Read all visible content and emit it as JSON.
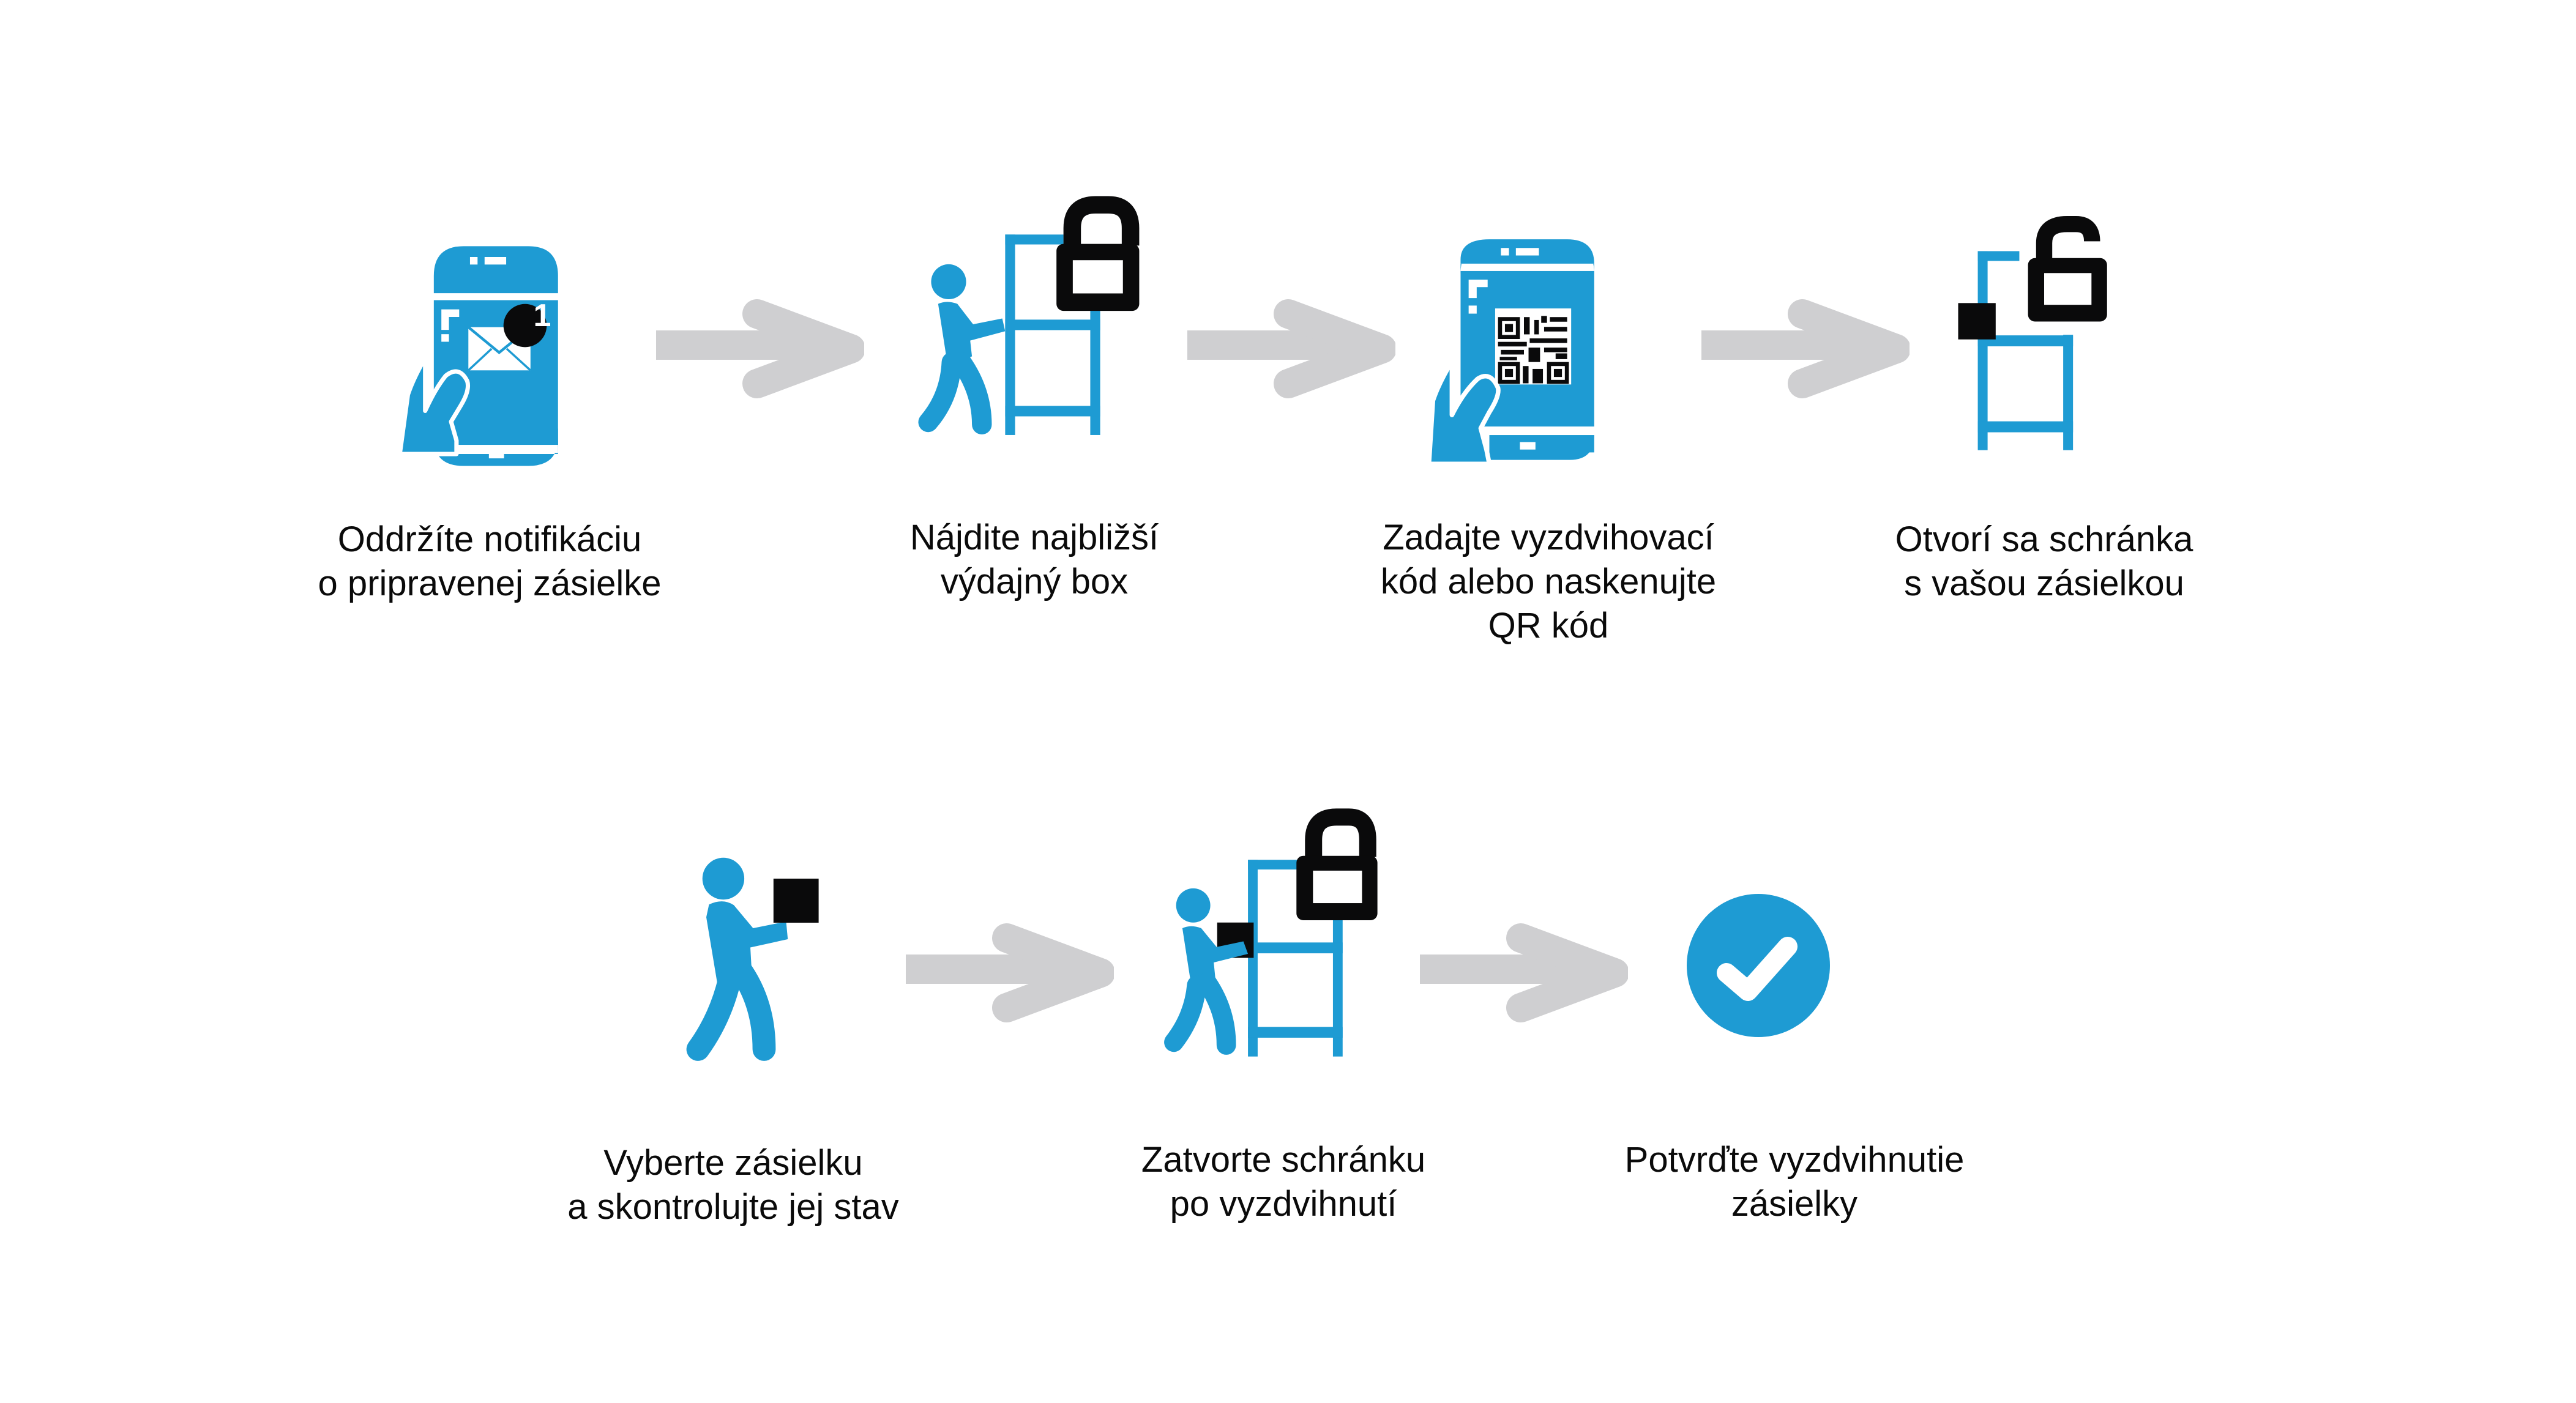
{
  "colors": {
    "accent": "#1e9bd3",
    "dark": "#0a0a0b",
    "arrow": "#cfcfd1",
    "background": "#ffffff"
  },
  "badge": {
    "count": "1"
  },
  "steps": [
    {
      "icon": "phone-notification-icon",
      "lines": [
        "Oddržíte notifikáciu",
        "o pripravenej zásielke"
      ]
    },
    {
      "icon": "person-at-locked-box-icon",
      "lines": [
        "Nájdite najbližší",
        "výdajný box"
      ]
    },
    {
      "icon": "phone-qr-code-icon",
      "lines": [
        "Zadajte vyzdvihovací",
        "kód alebo naskenujte",
        "QR kód"
      ]
    },
    {
      "icon": "open-compartment-unlocked-icon",
      "lines": [
        "Otvorí sa schránka",
        "s vašou zásielkou"
      ]
    },
    {
      "icon": "person-carrying-package-icon",
      "lines": [
        "Vyberte zásielku",
        "a skontrolujte jej stav"
      ]
    },
    {
      "icon": "person-closing-locked-box-icon",
      "lines": [
        "Zatvorte schránku",
        "po vyzdvihnutí"
      ]
    },
    {
      "icon": "check-circle-icon",
      "lines": [
        "Potvrďte vyzdvihnutie",
        "zásielky"
      ]
    }
  ]
}
